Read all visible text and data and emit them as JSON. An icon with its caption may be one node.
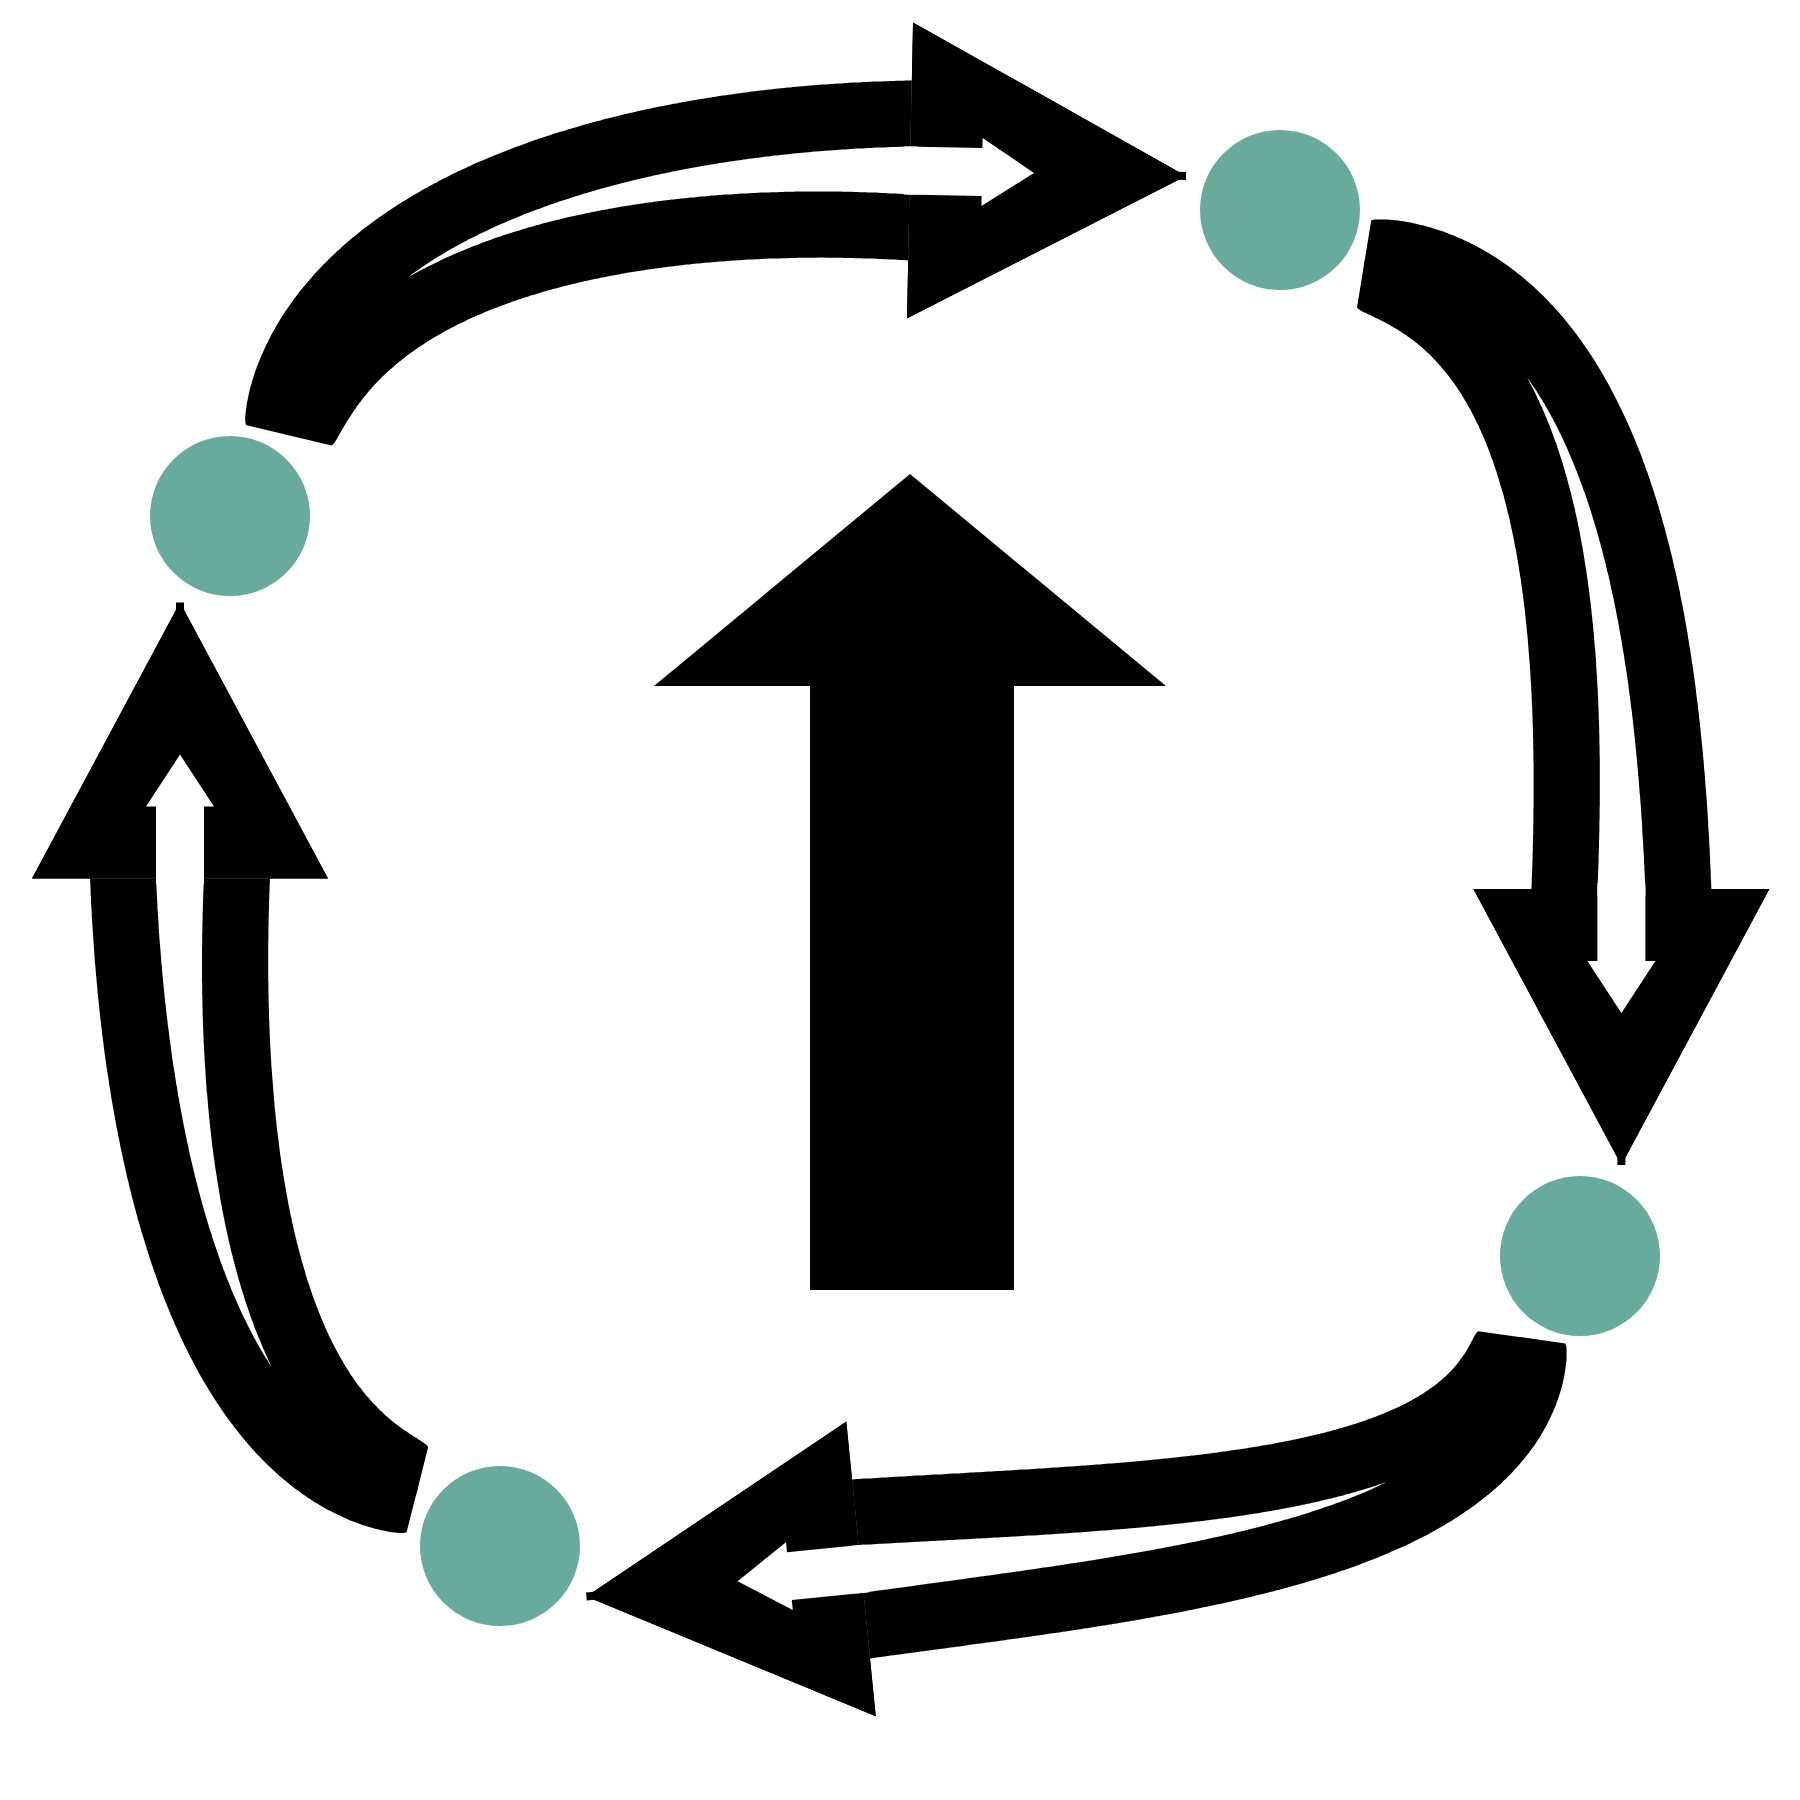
{
  "diagram": {
    "nodes": [
      {
        "text": [],
        "shape": "circle"
      },
      {
        "text": [],
        "shape": "circle"
      },
      {
        "text": [],
        "shape": "circle"
      },
      {
        "text": [],
        "shape": "circle"
      }
    ],
    "edges": [
      {
        "from": 1,
        "to": 0,
        "arrow": "to"
      },
      {
        "from": 0,
        "to": 2,
        "arrow": "to"
      },
      {
        "from": 2,
        "to": 3,
        "arrow": "to"
      },
      {
        "from": 3,
        "to": 1,
        "arrow": "to"
      }
    ]
  }
}
